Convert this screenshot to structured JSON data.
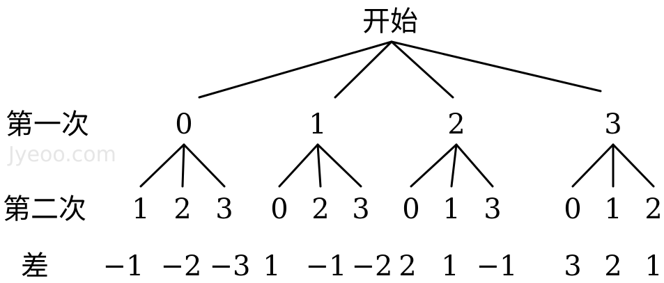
{
  "root_label": "开始",
  "row_labels": {
    "first": "第一次",
    "second": "第二次",
    "diff": "差"
  },
  "watermark": "Jyeoo.com",
  "first_draw": [
    "0",
    "1",
    "2",
    "3"
  ],
  "second_draw": [
    [
      "1",
      "2",
      "3"
    ],
    [
      "0",
      "2",
      "3"
    ],
    [
      "0",
      "1",
      "3"
    ],
    [
      "0",
      "1",
      "2"
    ]
  ],
  "differences": [
    [
      "−1",
      "−2",
      "−3"
    ],
    [
      "1",
      "−1",
      "−2"
    ],
    [
      "2",
      "1",
      "−1"
    ],
    [
      "3",
      "2",
      "1"
    ]
  ]
}
